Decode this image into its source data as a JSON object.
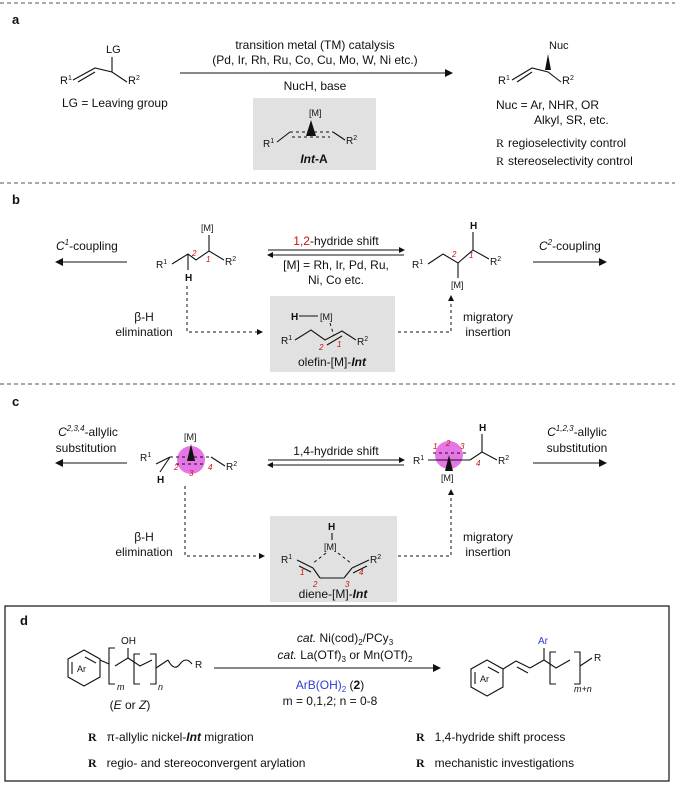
{
  "panels": {
    "a": {
      "label": "a",
      "lg": "LG",
      "r1": "R",
      "r1_sup": "1",
      "r2": "R",
      "r2_sup": "2",
      "lg_def": "LG = Leaving group",
      "catalysis_line1": "transition metal (TM) catalysis",
      "catalysis_line2": "(Pd, Ir, Rh, Ru, Co, Cu, Mo, W, Ni etc.)",
      "conditions": "NucH, base",
      "metal": "[M]",
      "int_label": "Int",
      "int_suffix": "-A",
      "nuc": "Nuc",
      "nuc_options_1": "Nuc = Ar, NHR, OR",
      "nuc_options_2": "Alkyl, SR, etc.",
      "bullet_symbol": "R",
      "bullet_1": "regioselectivity control",
      "bullet_2": "stereoselectivity control"
    },
    "b": {
      "label": "b",
      "c1_coupling": "C",
      "c1_sup": "1",
      "c1_suffix": "-coupling",
      "c2_coupling": "C",
      "c2_sup": "2",
      "c2_suffix": "-coupling",
      "shift_red": "1,2",
      "shift_text": "-hydride shift",
      "metals_1": "[M] = Rh, Ir, Pd, Ru,",
      "metals_2": "Ni, Co etc.",
      "beta_h_1": "β-H",
      "beta_h_2": "elimination",
      "migratory_1": "migratory",
      "migratory_2": "insertion",
      "int_prefix": "olefin-[M]-",
      "int_label": "Int",
      "hm": "H",
      "metal": "[M]",
      "h": "H",
      "num_1": "1",
      "num_2": "2"
    },
    "c": {
      "label": "c",
      "left_title_c": "C",
      "left_title_sup": "2,3,4",
      "left_title_suffix": "-allylic",
      "left_title_2": "substitution",
      "right_title_c": "C",
      "right_title_sup": "1,2,3",
      "right_title_suffix": "-allylic",
      "right_title_2": "substitution",
      "shift_text": "1,4-hydride shift",
      "beta_h_1": "β-H",
      "beta_h_2": "elimination",
      "migratory_1": "migratory",
      "migratory_2": "insertion",
      "int_prefix": "diene-[M]-",
      "int_label": "Int",
      "metal": "[M]",
      "h": "H",
      "num_1": "1",
      "num_2": "2",
      "num_3": "3",
      "num_4": "4"
    },
    "d": {
      "label": "d",
      "ar": "Ar",
      "oh": "OH",
      "m": "m",
      "n": "n",
      "r": "R",
      "ez": "(E or Z)",
      "cond_1_cat": "cat.",
      "cond_1": " Ni(cod)",
      "cond_1_sub": "2",
      "cond_1_tail": "/PCy",
      "cond_1_sub2": "3",
      "cond_2_cat": "cat.",
      "cond_2": " La(OTf)",
      "cond_2_sub": "3",
      "cond_2_mid": " or Mn(OTf)",
      "cond_2_sub2": "2",
      "reagent": "ArB(OH)",
      "reagent_sub": "2",
      "reagent_num": "2",
      "ranges": "m = 0,1,2; n = 0-8",
      "product_mn": "m+n",
      "bullet_symbol": "R",
      "bullet_1_pre": "π-allylic nickel-",
      "bullet_1_int": "Int",
      "bullet_1_post": " migration",
      "bullet_2": "1,4-hydride shift process",
      "bullet_3": "regio- and stereoconvergent arylation",
      "bullet_4": "mechanistic investigations"
    }
  },
  "colors": {
    "accent_red": "#d01010",
    "accent_blue": "#2b3fd6",
    "highlight_magenta": "#e676e6",
    "box_gray": "#e1e1e1"
  }
}
